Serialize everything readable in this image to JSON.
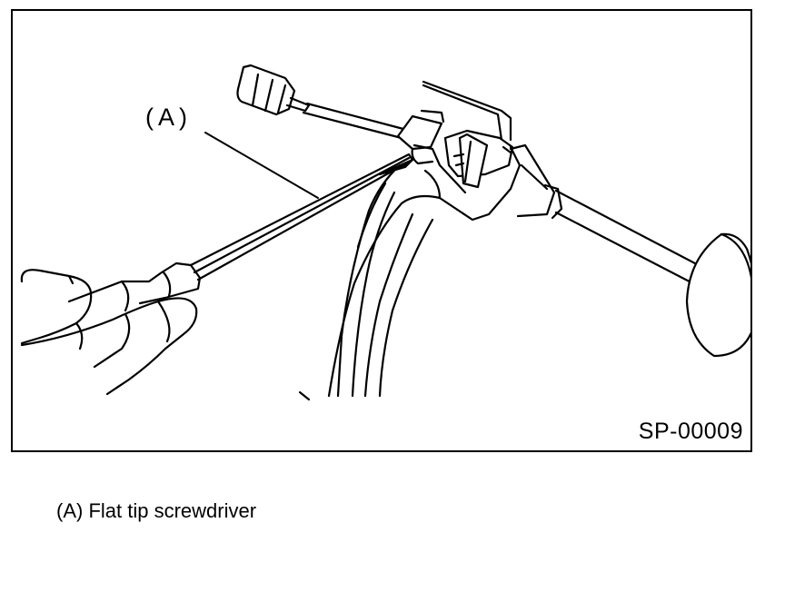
{
  "figure": {
    "code": "SP-00009",
    "callout_label": "(A)",
    "stroke_color": "#000000",
    "background_color": "#ffffff"
  },
  "caption": {
    "text": "(A) Flat tip screwdriver"
  }
}
